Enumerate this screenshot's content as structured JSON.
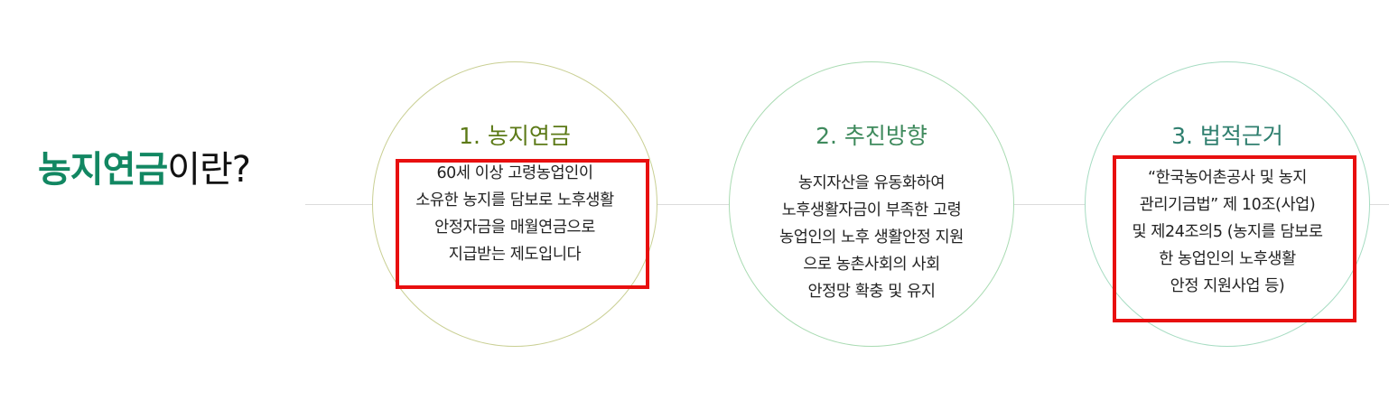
{
  "title": {
    "accent": "농지연금",
    "rest": "이란?"
  },
  "colors": {
    "accent": "#128762",
    "highlight_box": "#e80f0f"
  },
  "cards": [
    {
      "title": "1. 농지연금",
      "lines": [
        "60세 이상 고령농업인이",
        "소유한 농지를 담보로 노후생활",
        "안정자금을 매월연금으로",
        "지급받는 제도입니다"
      ]
    },
    {
      "title": "2. 추진방향",
      "lines": [
        "농지자산을 유동화하여",
        "노후생활자금이 부족한 고령",
        "농업인의 노후 생활안정 지원",
        "으로 농촌사회의 사회",
        "안정망 확충 및 유지"
      ]
    },
    {
      "title": "3. 법적근거",
      "lines": [
        "“한국농어촌공사 및 농지",
        "관리기금법” 제 10조(사업)",
        "및 제24조의5 (농지를 담보로",
        "한 농업인의 노후생활",
        "안정 지원사업 등)"
      ]
    }
  ]
}
